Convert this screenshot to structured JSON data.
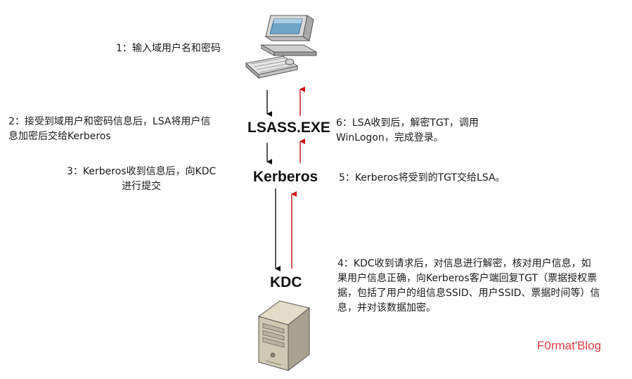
{
  "nodes": {
    "lsass": "LSASS.EXE",
    "kerberos": "Kerberos",
    "kdc": "KDC"
  },
  "steps": {
    "s1": "1：输入域用户名和密码",
    "s2": "2：接受到域用户和密码信息后，LSA将用户信\n息加密后交给Kerberos",
    "s3": "3：Kerberos收到信息后，向KDC\n进行提交",
    "s4": "4：KDC收到请求后，对信息进行解密，核对用户信息，如\n果用户信息正确，向Kerberos客户端回复TGT（票据授权票\n据，包括了用户的组信息SSID、用户SSID、票据时间等）信\n息，并对该数据加密。",
    "s5": "5：Kerberos将受到的TGT交给LSA。",
    "s6": "6：LSA收到后，解密TGT，调用\nWinLogon，完成登录。"
  },
  "watermark": "F0rmat'Blog",
  "colors": {
    "request_arrow": "#111111",
    "response_arrow": "#cc1111",
    "watermark": "#e03a44"
  },
  "icons": [
    "desktop-computer-icon",
    "server-tower-icon"
  ]
}
